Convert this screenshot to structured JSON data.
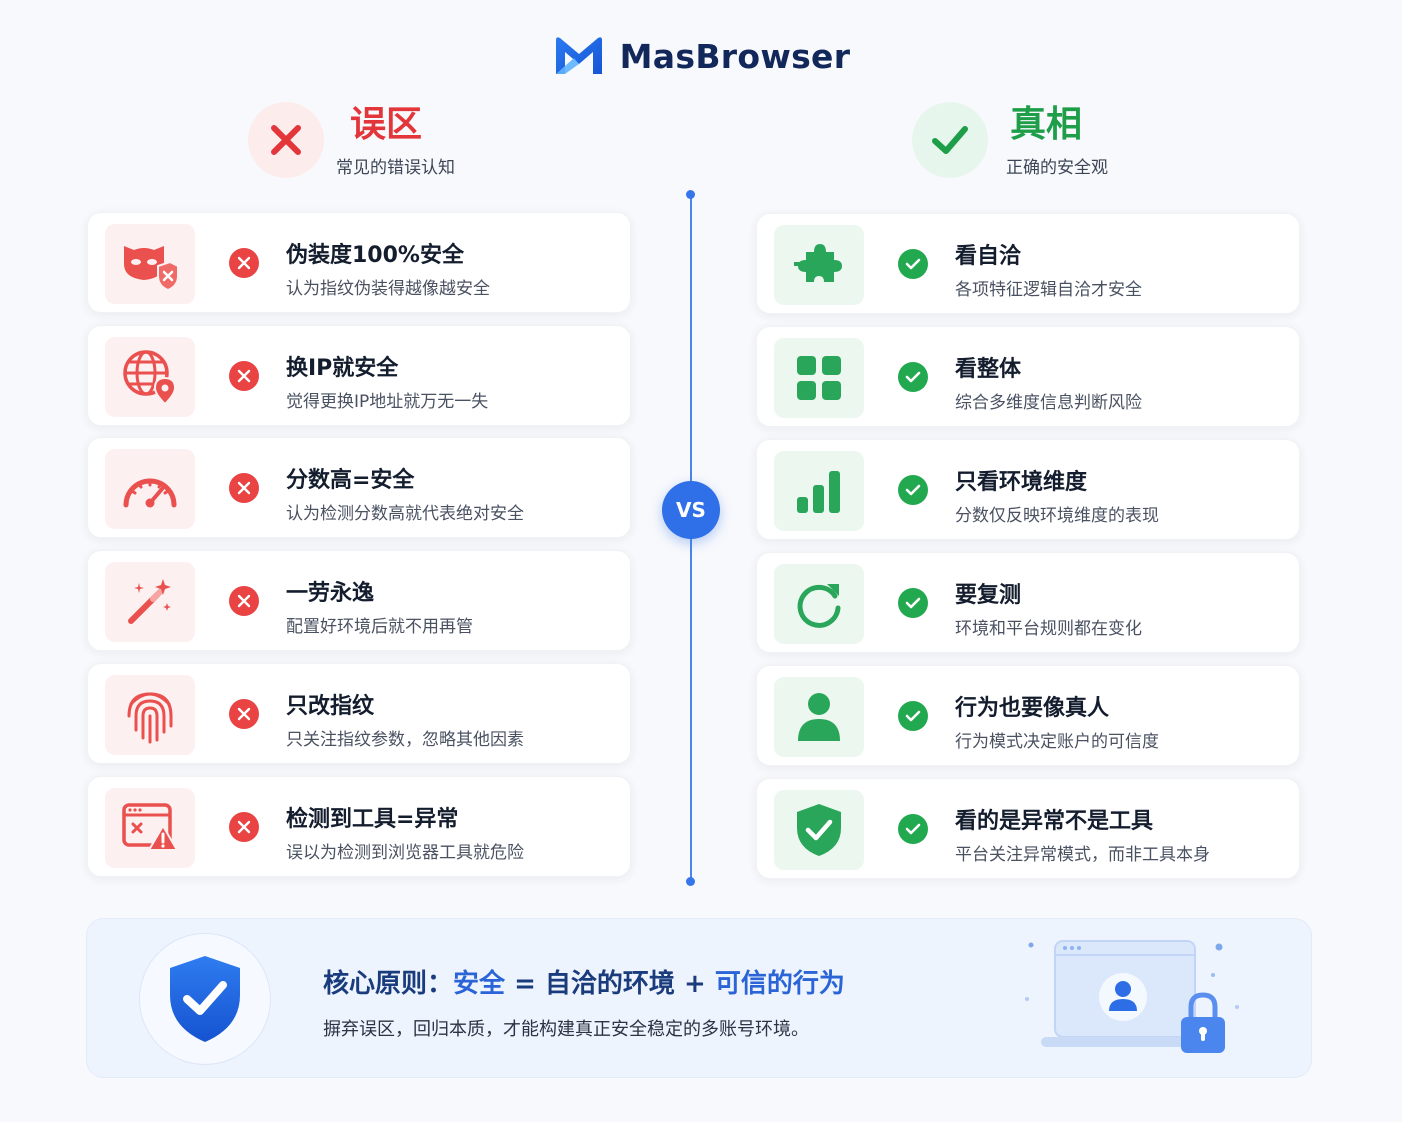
{
  "brand": {
    "name": "MasBrowser",
    "logo_icon": "masbrowser-m-logo-icon"
  },
  "myths": {
    "title": "误区",
    "subtitle": "常见的错误认知",
    "items": [
      {
        "icon": "mask-shield-icon",
        "title": "伪装度100%安全",
        "desc": "认为指纹伪装得越像越安全"
      },
      {
        "icon": "globe-location-icon",
        "title": "换IP就安全",
        "desc": "觉得更换IP地址就万无一失"
      },
      {
        "icon": "speedometer-icon",
        "title": "分数高=安全",
        "desc": "认为检测分数高就代表绝对安全"
      },
      {
        "icon": "magic-wand-icon",
        "title": "一劳永逸",
        "desc": "配置好环境后就不用再管"
      },
      {
        "icon": "fingerprint-icon",
        "title": "只改指纹",
        "desc": "只关注指纹参数，忽略其他因素"
      },
      {
        "icon": "browser-warning-icon",
        "title": "检测到工具=异常",
        "desc": "误以为检测到浏览器工具就危险"
      }
    ]
  },
  "truths": {
    "title": "真相",
    "subtitle": "正确的安全观",
    "items": [
      {
        "icon": "puzzle-icon",
        "title": "看自洽",
        "desc": "各项特征逻辑自洽才安全"
      },
      {
        "icon": "grid-blocks-icon",
        "title": "看整体",
        "desc": "综合多维度信息判断风险"
      },
      {
        "icon": "bar-chart-icon",
        "title": "只看环境维度",
        "desc": "分数仅反映环境维度的表现"
      },
      {
        "icon": "refresh-icon",
        "title": "要复测",
        "desc": "环境和平台规则都在变化"
      },
      {
        "icon": "user-icon",
        "title": "行为也要像真人",
        "desc": "行为模式决定账户的可信度"
      },
      {
        "icon": "shield-check-icon",
        "title": "看的是异常不是工具",
        "desc": "平台关注异常模式，而非工具本身"
      }
    ]
  },
  "vs_label": "VS",
  "core": {
    "prefix": "核心原则：",
    "part1": "安全",
    "op1": " = ",
    "part2": "自洽的环境",
    "op2": " + ",
    "part3": "可信的行为",
    "subtitle": "摒弃误区，回归本质，才能构建真正安全稳定的多账号环境。"
  },
  "colors": {
    "bad": "#e94343",
    "good": "#22a94f",
    "accent": "#2f6fe8"
  }
}
